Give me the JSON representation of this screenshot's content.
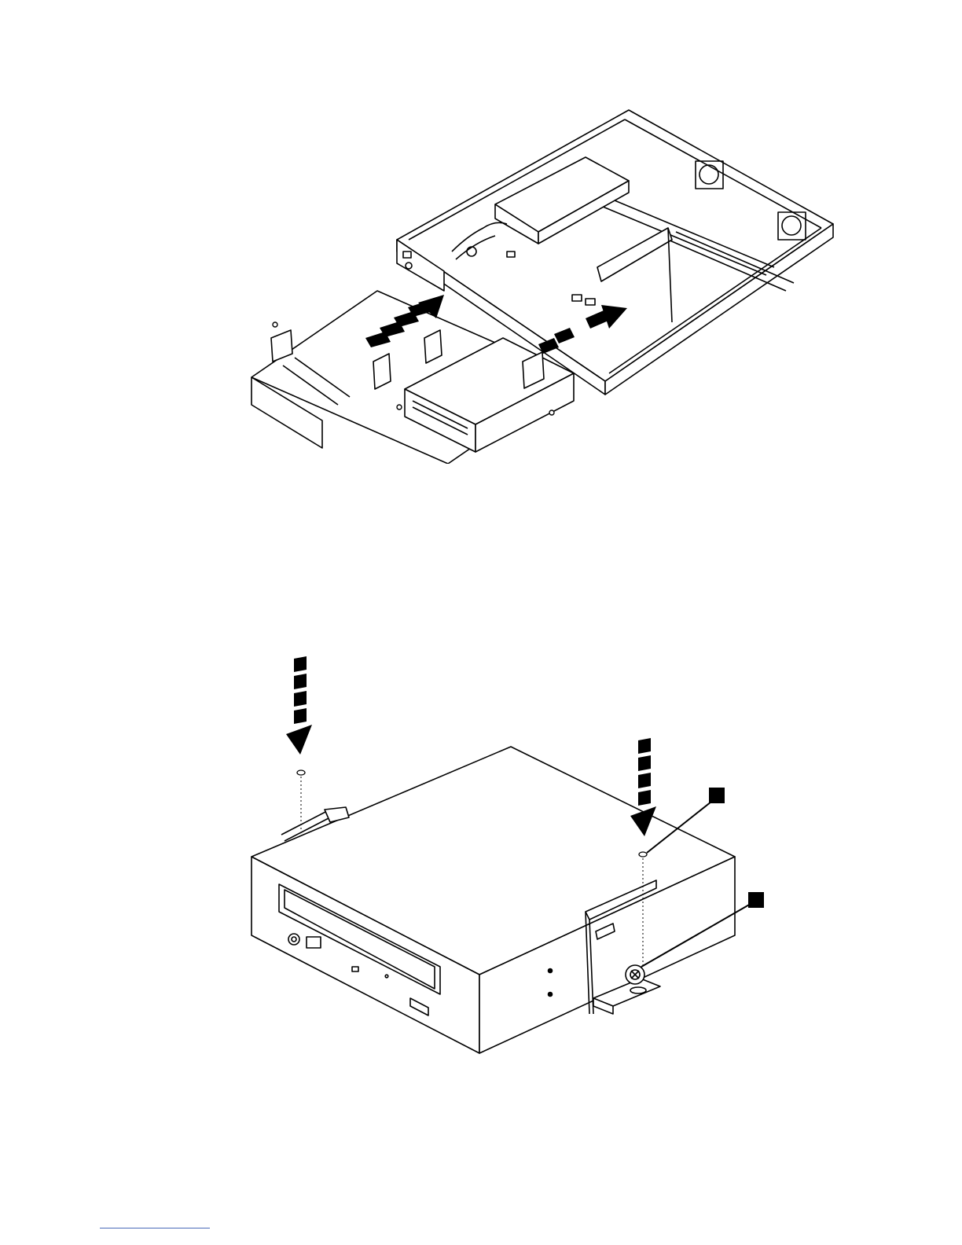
{
  "figures": [
    {
      "id": "chassis-assembly",
      "parts": [
        "chassis",
        "power-supply",
        "fan",
        "fan",
        "riser-card",
        "drive-tray",
        "optical-drive",
        "bezel-filler",
        "mounting-bracket"
      ],
      "arrows": [
        "insert-arrow",
        "insert-arrow"
      ]
    },
    {
      "id": "optical-drive-bracket",
      "parts": [
        "optical-drive",
        "mounting-bracket",
        "screw",
        "screw",
        "release-latch"
      ],
      "arrows": [
        "down-arrow",
        "down-arrow"
      ],
      "callouts": [
        {
          "label": ""
        },
        {
          "label": ""
        }
      ]
    }
  ],
  "colors": {
    "line": "#000000",
    "footer_rule": "#4a6ab8"
  }
}
